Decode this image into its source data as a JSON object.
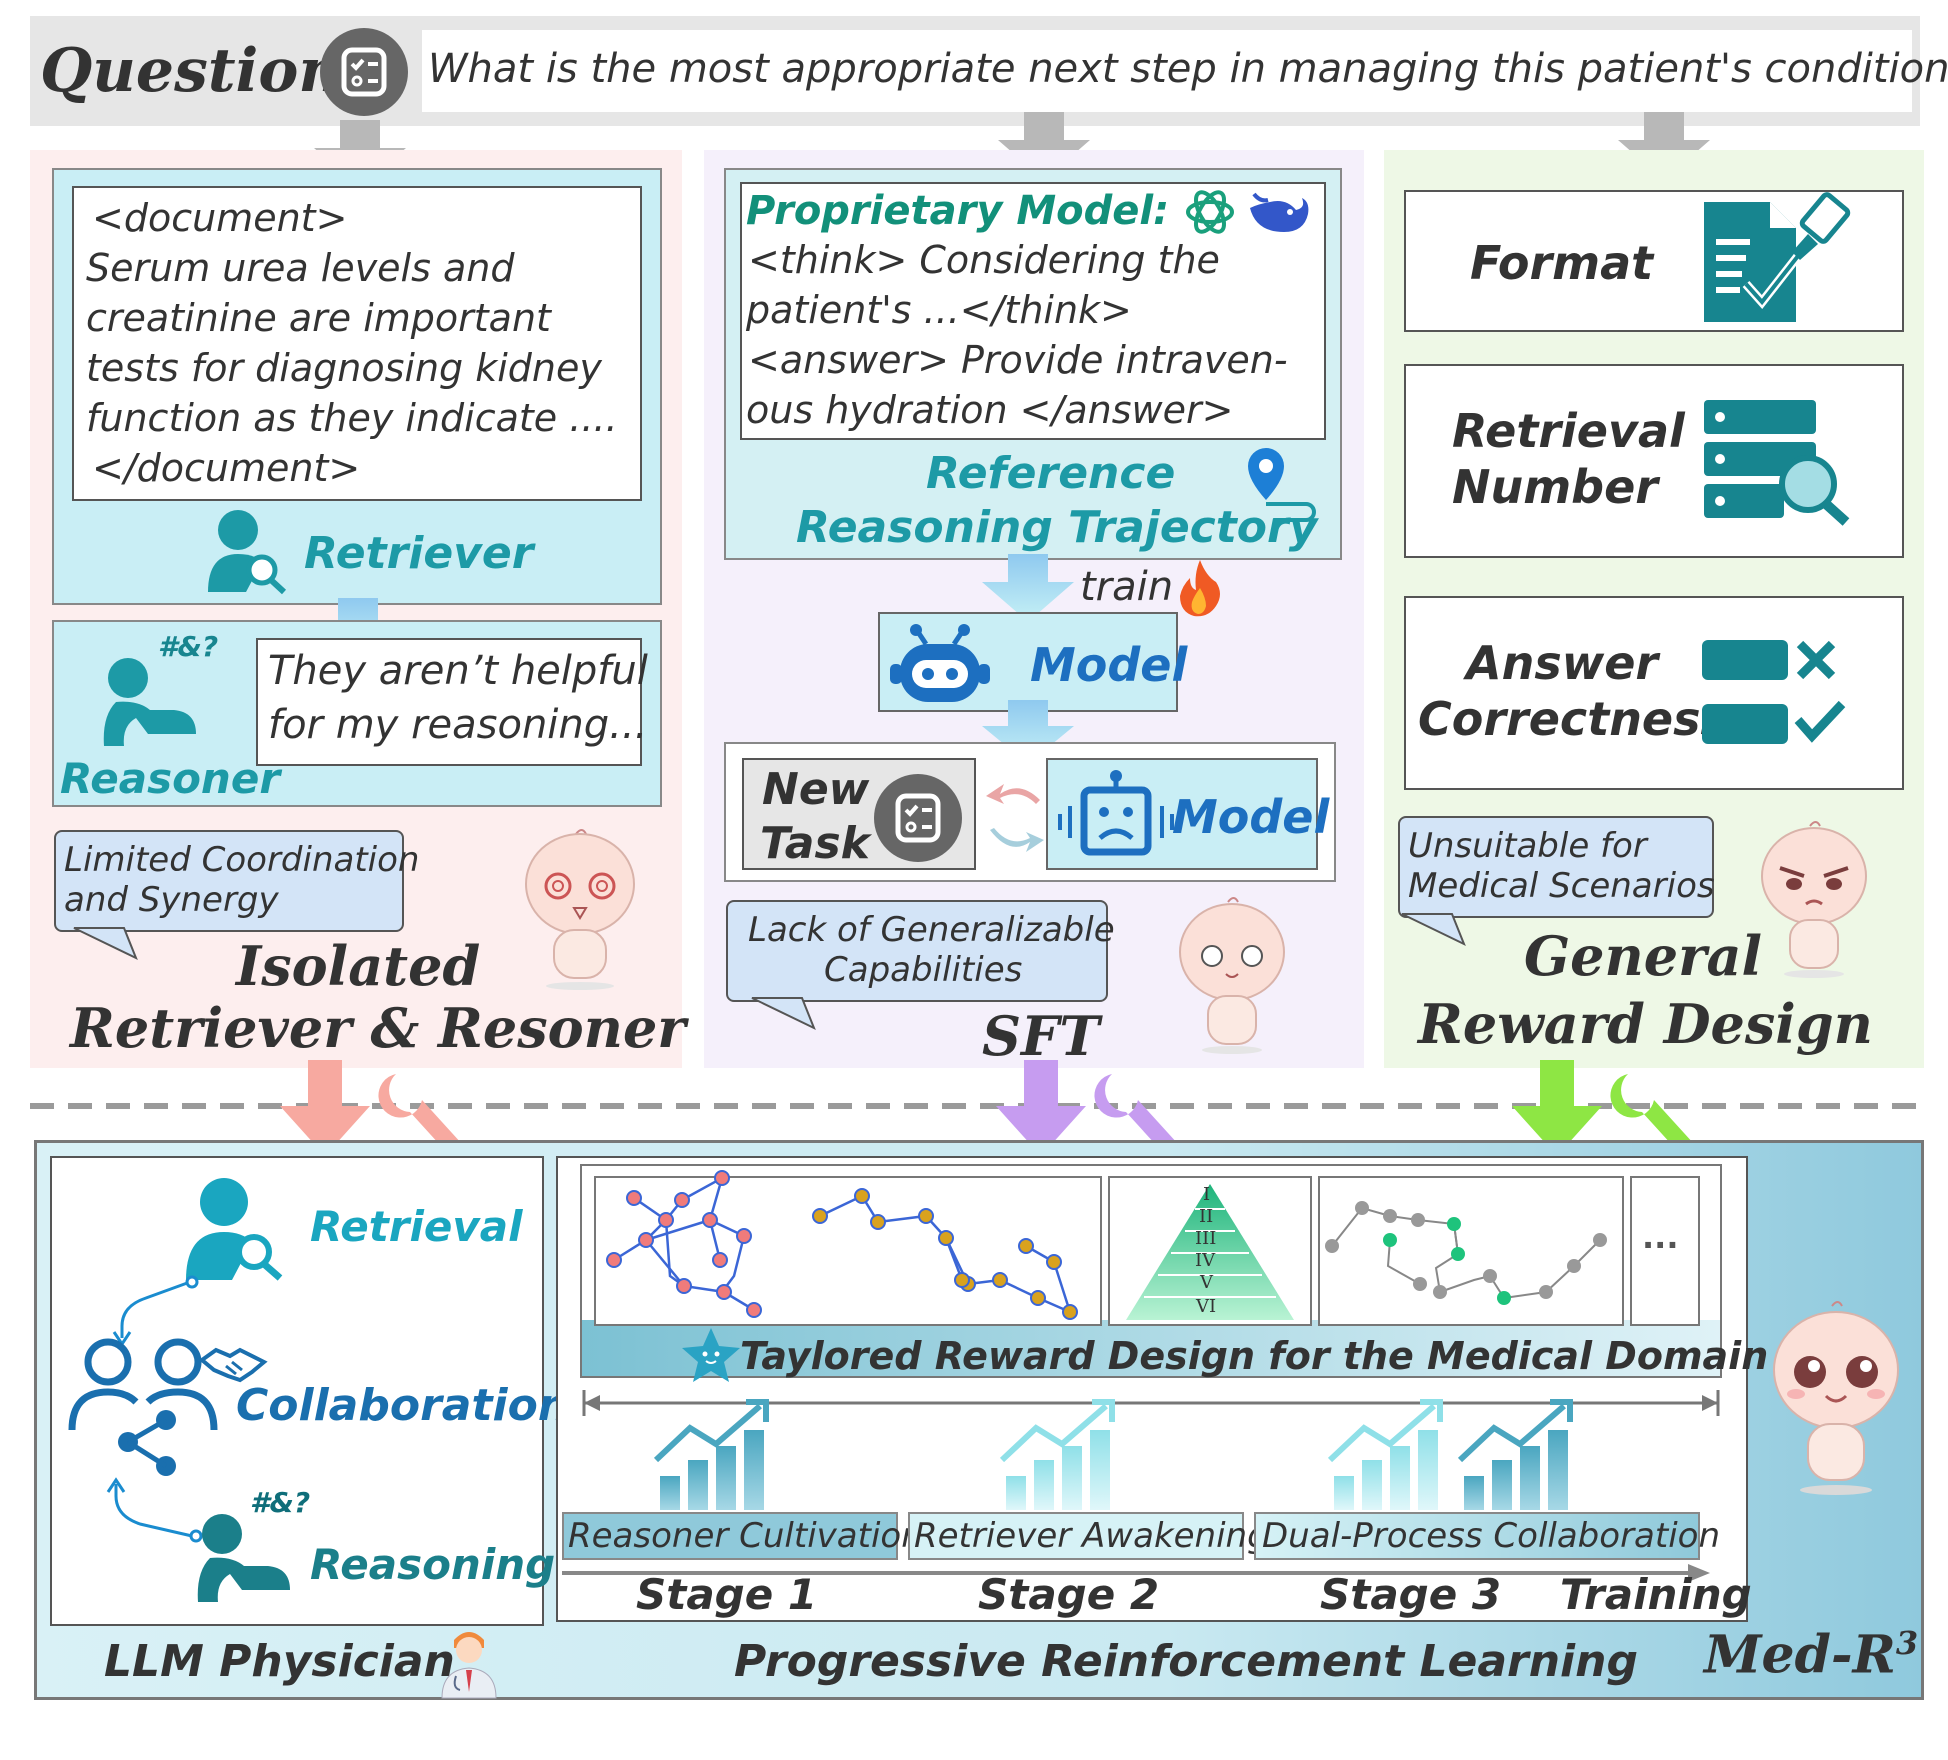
{
  "question": {
    "label": "Question",
    "text": "What is the most appropriate next step in managing this patient's condition?"
  },
  "panel_isolated": {
    "document_lines": [
      "<document>",
      "Serum urea levels and",
      "creatinine are important",
      "tests for diagnosing kidney",
      "function as they indicate ....",
      "</document>"
    ],
    "retriever_label": "Retriever",
    "reasoner_tag": "#&?",
    "reasoner_bubble_lines": [
      "They aren’t helpful",
      "for my reasoning..."
    ],
    "reasoner_label": "Reasoner",
    "speech_lines": [
      "Limited Coordination",
      "and Synergy"
    ],
    "title_lines": [
      "Isolated",
      "Retriever & Resoner"
    ]
  },
  "panel_sft": {
    "proprietary_label": "Proprietary Model:",
    "proprietary_lines": [
      "<think> Considering the",
      "patient's ...</think>",
      "<answer> Provide intraven-",
      "ous hydration </answer>"
    ],
    "trajectory_lines": [
      "Reference",
      "Reasoning Trajectory"
    ],
    "train_label": "train",
    "model_label": "Model",
    "new_task_lines": [
      "New",
      "Task"
    ],
    "model2_label": "Model",
    "speech_lines": [
      "Lack of Generalizable",
      "Capabilities"
    ],
    "title": "SFT"
  },
  "panel_reward": {
    "format_label": "Format",
    "retrieval_lines": [
      "Retrieval",
      "Number"
    ],
    "answer_lines": [
      "Answer",
      "Correctness"
    ],
    "speech_lines": [
      "Unsuitable for",
      "Medical Scenarios"
    ],
    "title_lines": [
      "General",
      "Reward Design"
    ]
  },
  "bottom": {
    "physician": {
      "retrieval": "Retrieval",
      "collaboration": "Collaboration",
      "reasoning_tag": "#&?",
      "reasoning": "Reasoning",
      "caption": "LLM Physician"
    },
    "pyramid_levels": [
      "I",
      "II",
      "III",
      "IV",
      "V",
      "VI"
    ],
    "ellipsis": "···",
    "tailored_label": "Taylored Reward Design for the Medical Domain",
    "stages": [
      {
        "name": "Reasoner Cultivation",
        "stage": "Stage 1"
      },
      {
        "name": "Retriever Awakening",
        "stage": "Stage 2"
      },
      {
        "name": "Dual-Process Collaboration",
        "stage": "Stage 3"
      }
    ],
    "training_label": "Training",
    "prl_caption": "Progressive Reinforcement Learning",
    "medr3_base": "Med-R",
    "medr3_sup": "3"
  },
  "colors": {
    "teal": "#1d9aa6",
    "panel1_bg": "#fdeeee",
    "panel2_bg": "#f5f0fb",
    "panel3_bg": "#eef8e6",
    "bottom_bg": "#b8dfea",
    "speech_bg": "#d3e4f7"
  }
}
